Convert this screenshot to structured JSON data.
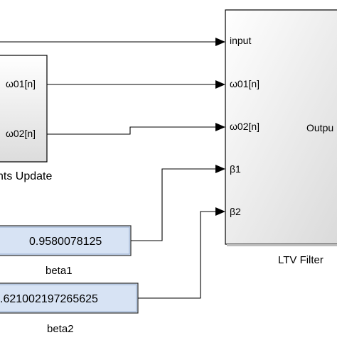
{
  "blocks": {
    "coefficients_update": {
      "label": "nts Update",
      "ports_out": [
        "ω01[n]",
        "ω02[n]"
      ]
    },
    "ltv_filter": {
      "label": "LTV Filter",
      "ports_in": [
        "input",
        "ω01[n]",
        "ω02[n]",
        "β1",
        "β2"
      ],
      "port_out": "Outpu"
    },
    "beta1": {
      "label": "beta1",
      "value": "0.9580078125"
    },
    "beta2": {
      "label": "beta2",
      "value": ".621002197265625"
    }
  },
  "colors": {
    "line": "#000000",
    "display_fill": "#d7e3f4",
    "display_border": "#2a2a2a",
    "block_fill_top": "#ffffff",
    "block_fill_bottom": "#dedede",
    "block_border": "#000000"
  }
}
